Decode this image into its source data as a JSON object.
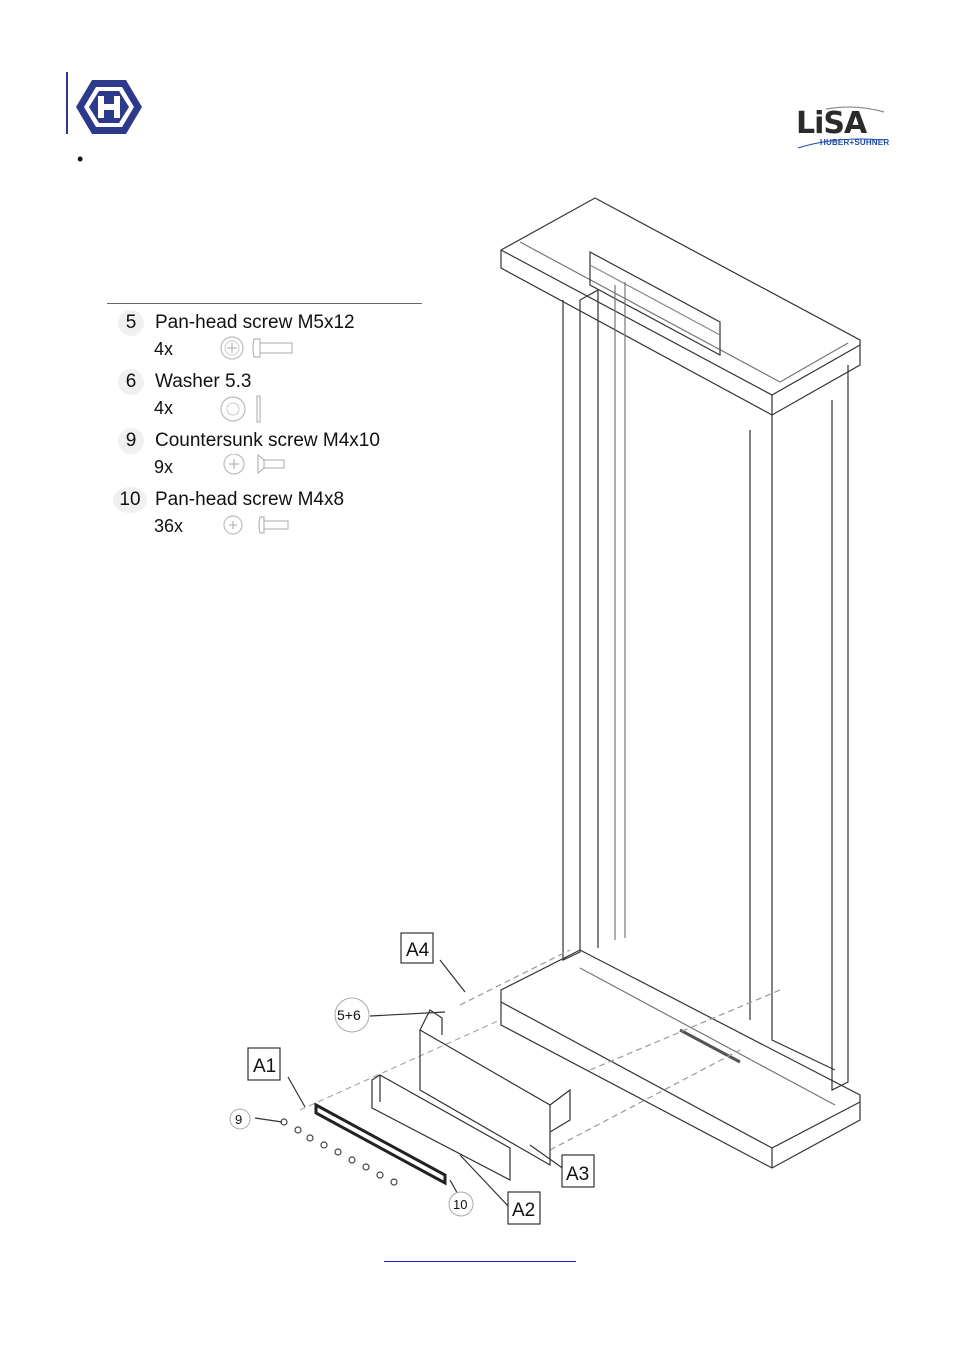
{
  "header": {
    "left_logo": "huber-suhner-hex-h-icon",
    "right_logo_text": "LiSA",
    "right_logo_subtext": "HUBER+SUHNER",
    "bullet": "•"
  },
  "parts": [
    {
      "number": "5",
      "name": "Pan-head screw M5x12",
      "quantity": "4x"
    },
    {
      "number": "6",
      "name": "Washer 5.3",
      "quantity": "4x"
    },
    {
      "number": "9",
      "name": "Countersunk screw M4x10",
      "quantity": "9x"
    },
    {
      "number": "10",
      "name": "Pan-head screw M4x8",
      "quantity": "36x"
    }
  ],
  "diagram": {
    "callouts": {
      "a4": "A4",
      "a1": "A1",
      "a3": "A3",
      "a2": "A2",
      "c56": "5+6",
      "c9": "9",
      "c10": "10"
    }
  },
  "colors": {
    "brand_blue": "#2d3a8c",
    "lisa_blue": "#1f4aa8",
    "link_blue": "#1a22c8"
  }
}
